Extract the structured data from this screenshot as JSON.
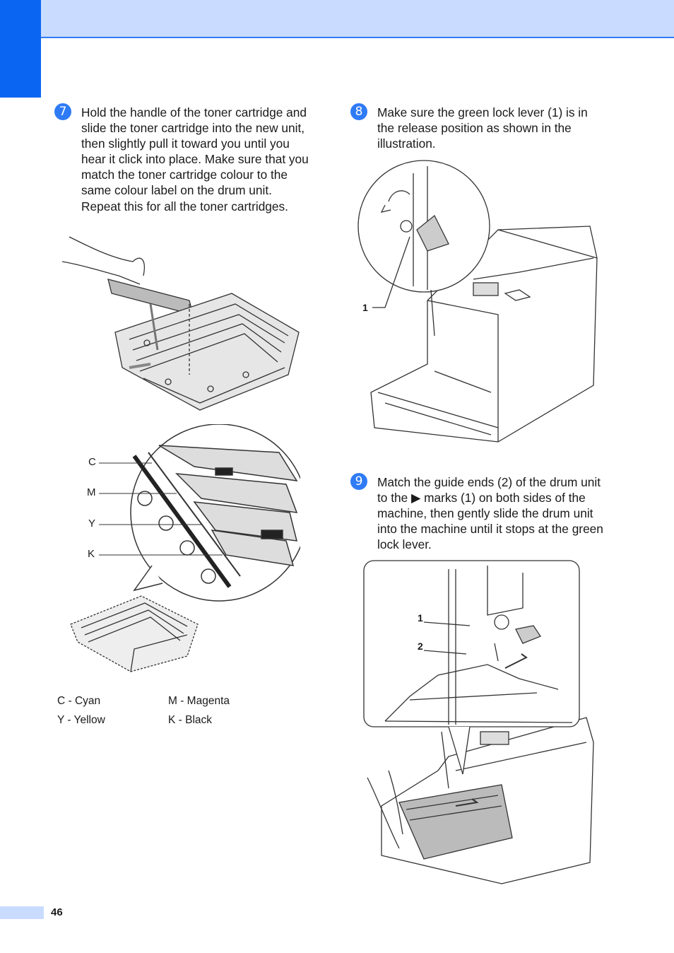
{
  "steps": [
    {
      "number": "7",
      "text": "Hold the handle of the toner cartridge and slide the toner cartridge into the new unit, then slightly pull it toward you until you hear it click into place. Make sure that you match the toner cartridge colour to the same colour label on the drum unit. Repeat this for all the toner cartridges."
    },
    {
      "number": "8",
      "text": "Make sure the green lock lever (1) is in the release position as shown in the illustration."
    },
    {
      "number": "9",
      "text": "Match the guide ends (2) of the drum unit to the ▶ marks (1) on both sides of the machine, then gently slide the drum unit into the machine until it stops at the green lock lever."
    }
  ],
  "illustration_labels": {
    "c": "C",
    "m": "M",
    "y": "Y",
    "k": "K",
    "step8_callout": "1",
    "step9_callout_1": "1",
    "step9_callout_2": "2"
  },
  "color_legend": [
    "C - Cyan",
    "M - Magenta",
    "Y - Yellow",
    "K - Black"
  ],
  "footer": {
    "page_number": "46"
  },
  "colors": {
    "accent": "#0a66f2",
    "band": "#c9dcff",
    "step_circle": "#2f7bf5"
  }
}
